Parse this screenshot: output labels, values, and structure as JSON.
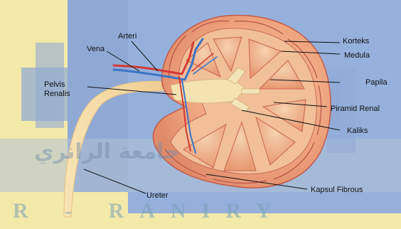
{
  "labels": {
    "arteri": "Arteri",
    "vena": "Vena",
    "pelvis_renalis_line1": "Pelvis",
    "pelvis_renalis_line2": "Renalis",
    "korteks": "Korteks",
    "medula": "Medula",
    "papila": "Papila",
    "piramid_renal": "Piramid Renal",
    "kaliks": "Kaliks",
    "ureter": "Ureter",
    "kapsul_fibrous": "Kapsul Fibrous"
  },
  "watermark": {
    "latin": "R - RANIRY",
    "arabic": "جامعة الرانري"
  },
  "colors": {
    "background": "#f3e9a9",
    "blue_panel": "#7aa0e4",
    "cortex": "#e8a27a",
    "medulla": "#f2c7a0",
    "ureter": "#f3d9a0",
    "artery": "#d23a36",
    "vein": "#3d74c6"
  }
}
